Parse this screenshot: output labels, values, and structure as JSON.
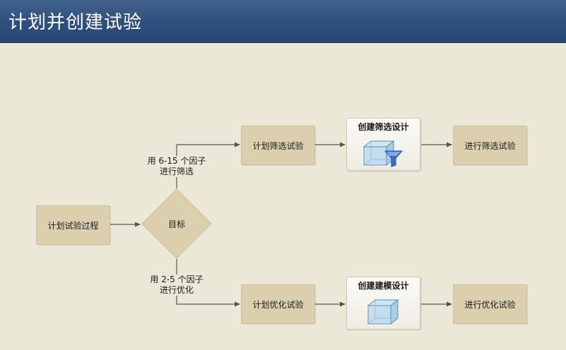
{
  "header": {
    "title": "计划并创建试验"
  },
  "flow": {
    "plan_process": "计划试验过程",
    "goal": "目标",
    "screening_branch_note_line1": "用 6-15 个因子",
    "screening_branch_note_line2": "进行筛选",
    "optimization_branch_note_line1": "用 2-5 个因子",
    "optimization_branch_note_line2": "进行优化",
    "plan_screening": "计划筛选试验",
    "create_screening_design": "创建筛选设计",
    "run_screening": "进行筛选试验",
    "plan_optimization": "计划优化试验",
    "create_modeling_design": "创建建模设计",
    "run_optimization": "进行优化试验"
  },
  "icons": {
    "screening_design": "cube-with-funnel-icon",
    "modeling_design": "cube-icon"
  },
  "colors": {
    "background": "#ece8d8",
    "process_box": "#dbcfae",
    "title_bar": "#2d4f7d",
    "connector": "#555555"
  }
}
